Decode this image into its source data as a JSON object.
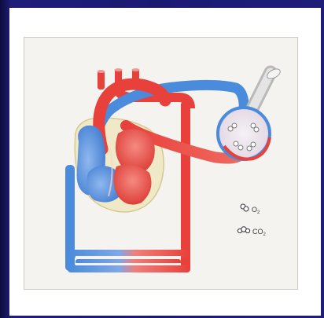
{
  "legend": {
    "items": [
      {
        "icon": "oxygen-molecule-icon",
        "label": "O",
        "subscript": "2"
      },
      {
        "icon": "carbon-dioxide-molecule-icon",
        "label": "CO",
        "subscript": "2"
      }
    ]
  },
  "colors": {
    "background": "#1b1a73",
    "oxygenated": "#e8403a",
    "deoxygenated": "#4a8bdc",
    "frame": "#f5f3ef"
  }
}
